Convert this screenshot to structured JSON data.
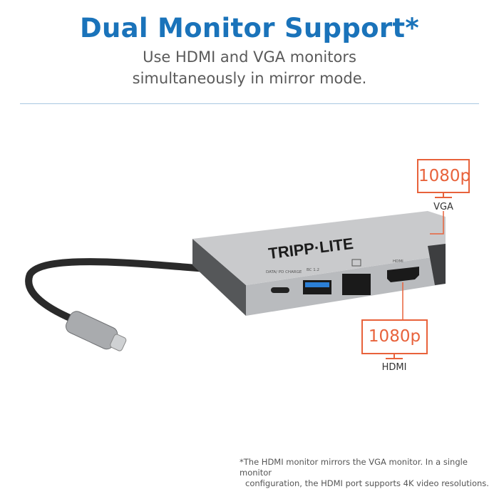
{
  "header": {
    "title": "Dual Monitor Support*",
    "subtitle_line1": "Use HDMI and VGA monitors",
    "subtitle_line2": "simultaneously in mirror mode."
  },
  "product": {
    "brand_logo": "TRIPP-LITE",
    "port_labels": [
      "DATA/ PD CHARGE",
      "BC 1.2",
      "network-icon",
      "HDMI"
    ]
  },
  "monitors": [
    {
      "resolution": "1080p",
      "label": "VGA"
    },
    {
      "resolution": "1080p",
      "label": "HDMI"
    }
  ],
  "footnote": {
    "line1": "*The HDMI monitor mirrors the VGA monitor. In a single monitor",
    "line2": "configuration, the HDMI port supports 4K video resolutions."
  },
  "colors": {
    "title": "#1a73ba",
    "accent": "#e8623b",
    "divider": "#a9c8e2"
  }
}
